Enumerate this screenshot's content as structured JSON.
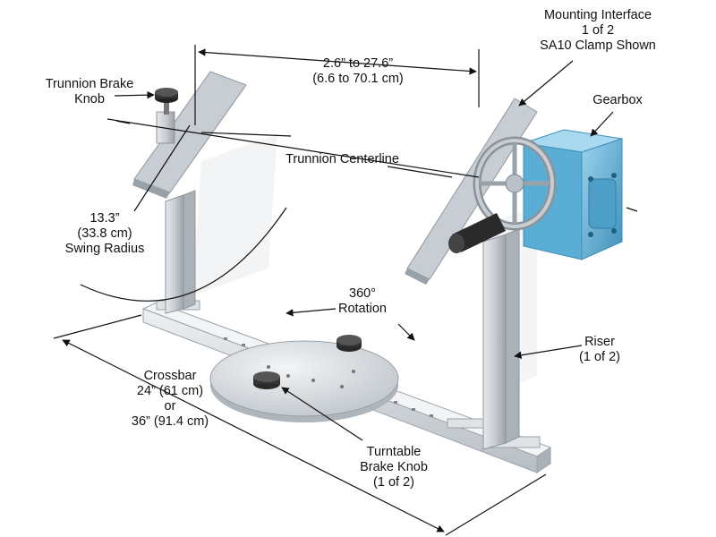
{
  "labels": {
    "mounting_interface": [
      "Mounting Interface",
      "1 of 2",
      "SA10 Clamp Shown"
    ],
    "gearbox": "Gearbox",
    "dimension_span": [
      "2.6” to 27.6”",
      "(6.6 to 70.1 cm)"
    ],
    "trunnion_brake_knob": [
      "Trunnion Brake",
      "Knob"
    ],
    "trunnion_centerline": "Trunnion Centerline",
    "swing_radius": [
      "13.3”",
      "(33.8 cm)",
      "Swing Radius"
    ],
    "rotation": [
      "360°",
      "Rotation"
    ],
    "riser": [
      "Riser",
      "(1 of 2)"
    ],
    "crossbar": [
      "Crossbar",
      "24” (61 cm)",
      "or",
      "36” (91.4 cm)"
    ],
    "turntable_brake_knob": [
      "Turntable",
      "Brake Knob",
      "(1 of 2)"
    ]
  },
  "icons": [
    "handwheel-icon",
    "crank-handle-icon",
    "brake-knob-icon"
  ],
  "colors": {
    "metal": "#c9ced3",
    "metal_dark": "#9aa2a9",
    "gearbox": "#6fb9dc",
    "gearbox_dark": "#3f8fb8",
    "knob": "#2a2a2a",
    "line": "#111111"
  }
}
